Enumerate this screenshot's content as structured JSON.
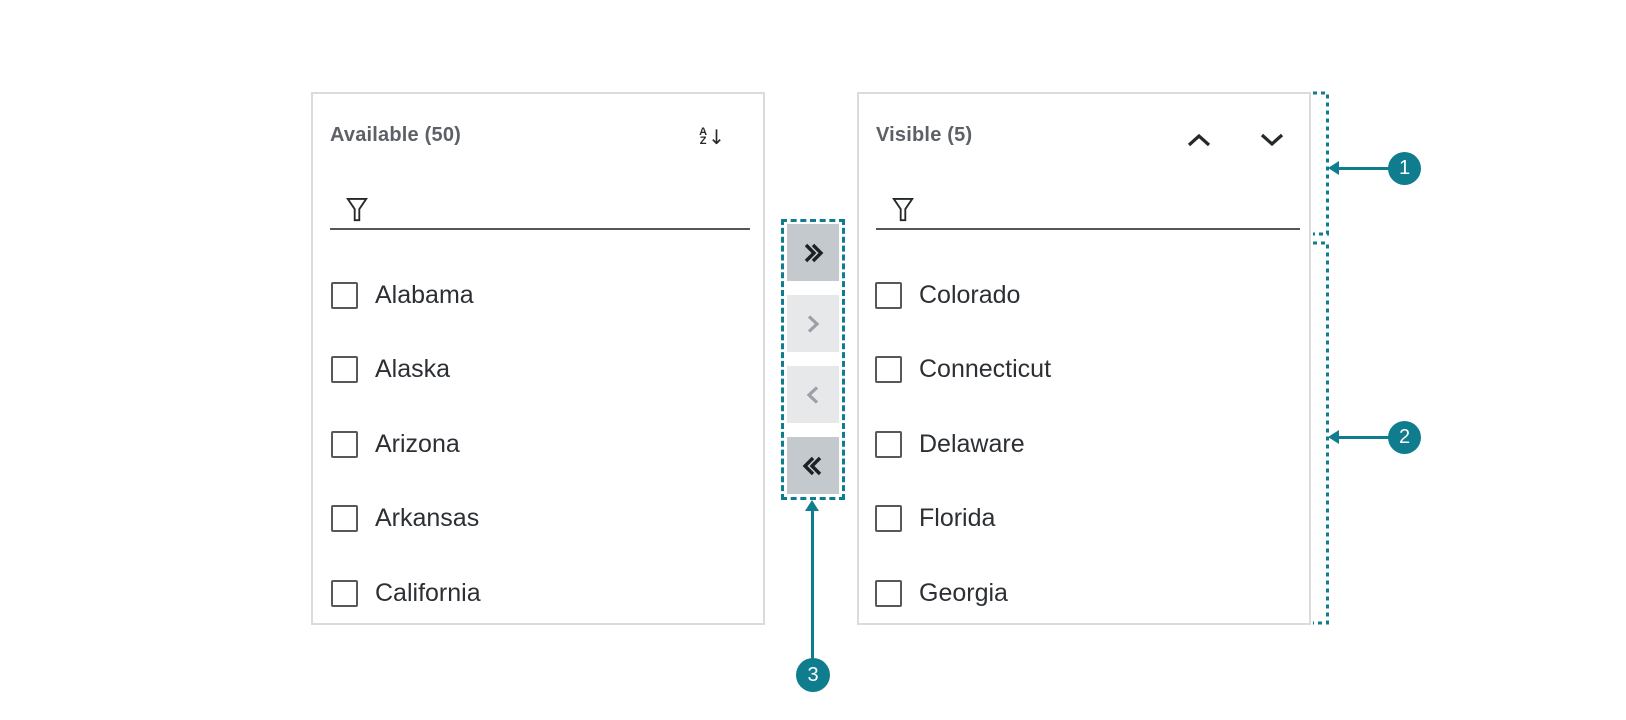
{
  "available_panel": {
    "title": "Available (50)",
    "sort_icon": {
      "top_letter": "A",
      "bottom_letter": "Z",
      "arrow": "↓"
    },
    "filter_value": "",
    "items": [
      "Alabama",
      "Alaska",
      "Arizona",
      "Arkansas",
      "California"
    ],
    "items_checked": [
      false,
      false,
      false,
      false,
      false
    ]
  },
  "visible_panel": {
    "title": "Visible (5)",
    "filter_value": "",
    "items": [
      "Colorado",
      "Connecticut",
      "Delaware",
      "Florida",
      "Georgia"
    ],
    "items_checked": [
      false,
      false,
      false,
      false,
      false
    ]
  },
  "transfer_buttons": {
    "move_all_right": {
      "enabled": true
    },
    "move_right": {
      "enabled": false
    },
    "move_left": {
      "enabled": false
    },
    "move_all_left": {
      "enabled": true
    }
  },
  "callouts": {
    "one": "1",
    "two": "2",
    "three": "3"
  },
  "colors": {
    "accent_teal": "#0f7d8e",
    "enabled_button_bg": "#c4c9ce",
    "disabled_button_bg": "#e6e8ea",
    "disabled_icon": "#9aa0a5",
    "panel_border": "#d9dbdd",
    "title_text": "#5c6167",
    "item_text": "#2c2f33",
    "underline": "#53575c"
  }
}
